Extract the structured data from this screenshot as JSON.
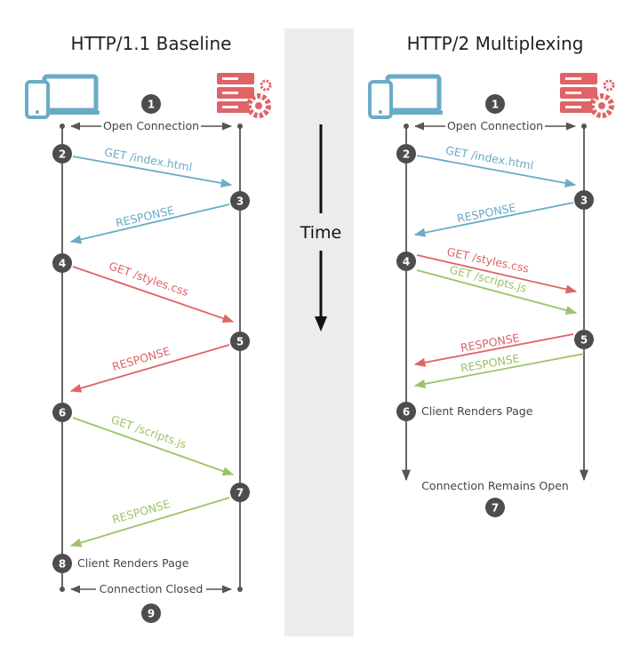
{
  "colors": {
    "blue": "#6aabc7",
    "red": "#e06366",
    "green": "#9cc26a",
    "dark": "#4d4d4d",
    "line": "#555555",
    "time_band": "#ececec"
  },
  "icons": {
    "client": "devices-icon",
    "server": "server-gear-icon"
  },
  "time_label": "Time",
  "http1": {
    "title": "HTTP/1.1 Baseline",
    "open_connection": "Open Connection",
    "get_index": "GET /index.html",
    "response_1": "RESPONSE",
    "get_styles": "GET /styles.css",
    "response_2": "RESPONSE",
    "get_scripts": "GET /scripts.js",
    "response_3": "RESPONSE",
    "client_renders": "Client Renders Page",
    "connection_closed": "Connection Closed",
    "steps": [
      "1",
      "2",
      "3",
      "4",
      "5",
      "6",
      "7",
      "8",
      "9"
    ]
  },
  "http2": {
    "title": "HTTP/2 Multiplexing",
    "open_connection": "Open Connection",
    "get_index": "GET /index.html",
    "response_1": "RESPONSE",
    "get_styles": "GET /styles.css",
    "get_scripts": "GET /scripts.js",
    "response_styles": "RESPONSE",
    "response_scripts": "RESPONSE",
    "client_renders": "Client Renders Page",
    "connection_open": "Connection Remains Open",
    "steps": [
      "1",
      "2",
      "3",
      "4",
      "5",
      "6",
      "7"
    ]
  }
}
